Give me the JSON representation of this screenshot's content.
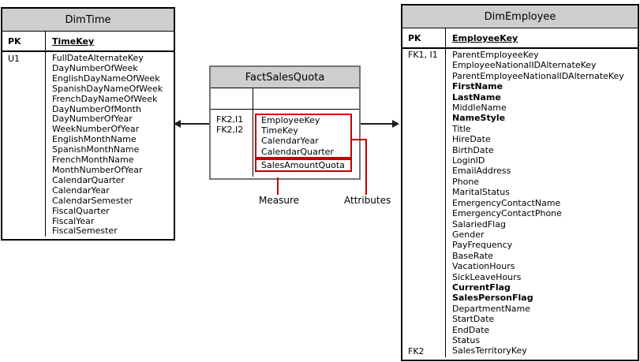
{
  "diagram": {
    "tables": {
      "dim_time": {
        "title": "DimTime",
        "pk_label": "PK",
        "pk_field": "TimeKey",
        "unique_annotation": "U1",
        "fields": [
          "FullDateAlternateKey",
          "DayNumberOfWeek",
          "EnglishDayNameOfWeek",
          "SpanishDayNameOfWeek",
          "FrenchDayNameOfWeek",
          "DayNumberOfMonth",
          "DayNumberOfYear",
          "WeekNumberOfYear",
          "EnglishMonthName",
          "SpanishMonthName",
          "FrenchMonthName",
          "MonthNumberOfYear",
          "CalendarQuarter",
          "CalendarYear",
          "CalendarSemester",
          "FiscalQuarter",
          "FiscalYear",
          "FiscalSemester"
        ]
      },
      "fact_sales_quota": {
        "title": "FactSalesQuota",
        "fk_annotations": [
          "FK2,I1",
          "FK2,I2"
        ],
        "attribute_fields": [
          "EmployeeKey",
          "TimeKey",
          "CalendarYear",
          "CalendarQuarter"
        ],
        "measure_fields": [
          "SalesAmountQuota"
        ]
      },
      "dim_employee": {
        "title": "DimEmployee",
        "pk_label": "PK",
        "pk_field": "EmployeeKey",
        "fk_annotation_top": "FK1, I1",
        "fk_annotation_bottom": "FK2",
        "fields": [
          {
            "name": "ParentEmployeeKey",
            "bold": false
          },
          {
            "name": "EmployeeNationalIDAlternateKey",
            "bold": false
          },
          {
            "name": "ParentEmployeeNationalIDAlternateKey",
            "bold": false
          },
          {
            "name": "FirstName",
            "bold": true
          },
          {
            "name": "LastName",
            "bold": true
          },
          {
            "name": "MiddleName",
            "bold": false
          },
          {
            "name": "NameStyle",
            "bold": true
          },
          {
            "name": "Title",
            "bold": false
          },
          {
            "name": "HireDate",
            "bold": false
          },
          {
            "name": "BirthDate",
            "bold": false
          },
          {
            "name": "LoginID",
            "bold": false
          },
          {
            "name": "EmailAddress",
            "bold": false
          },
          {
            "name": "Phone",
            "bold": false
          },
          {
            "name": "MaritalStatus",
            "bold": false
          },
          {
            "name": "EmergencyContactName",
            "bold": false
          },
          {
            "name": "EmergencyContactPhone",
            "bold": false
          },
          {
            "name": "SalariedFlag",
            "bold": false
          },
          {
            "name": "Gender",
            "bold": false
          },
          {
            "name": "PayFrequency",
            "bold": false
          },
          {
            "name": "BaseRate",
            "bold": false
          },
          {
            "name": "VacationHours",
            "bold": false
          },
          {
            "name": "SickLeaveHours",
            "bold": false
          },
          {
            "name": "CurrentFlag",
            "bold": true
          },
          {
            "name": "SalesPersonFlag",
            "bold": true
          },
          {
            "name": "DepartmentName",
            "bold": false
          },
          {
            "name": "StartDate",
            "bold": false
          },
          {
            "name": "EndDate",
            "bold": false
          },
          {
            "name": "Status",
            "bold": false
          },
          {
            "name": "SalesTerritoryKey",
            "bold": false
          }
        ]
      }
    },
    "annotations": {
      "measure_label": "Measure",
      "attributes_label": "Attributes"
    },
    "colors": {
      "header_fill": "#cecece",
      "annotation_red": "#c00000",
      "table_border": "#000000",
      "fact_table_border": "#757575"
    }
  }
}
